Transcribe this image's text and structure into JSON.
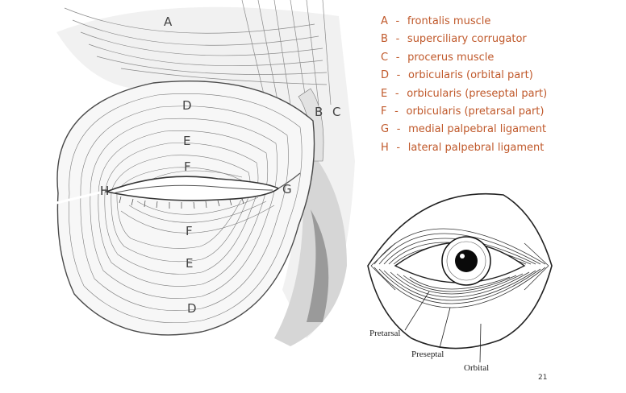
{
  "slide": {
    "page_number": "21",
    "legend": [
      {
        "letter": "A",
        "sep": "-",
        "text": "frontalis muscle"
      },
      {
        "letter": "B",
        "sep": "-",
        "text": "superciliary corrugator"
      },
      {
        "letter": "C",
        "sep": "-",
        "text": "procerus muscle"
      },
      {
        "letter": "D",
        "sep": "-",
        "text": "orbicularis (orbital part)"
      },
      {
        "letter": "E",
        "sep": "-",
        "text": "orbicularis (preseptal part)"
      },
      {
        "letter": "F",
        "sep": "-",
        "text": "orbicularis (pretarsal part)"
      },
      {
        "letter": "G",
        "sep": "-",
        "text": "medial palpebral ligament"
      },
      {
        "letter": "H",
        "sep": "-",
        "text": "lateral palpebral ligament"
      }
    ],
    "figure_letters": {
      "a": "A",
      "b": "B",
      "c": "C",
      "d_top": "D",
      "e_top": "E",
      "f_top": "F",
      "g": "G",
      "h": "H",
      "f_bottom": "F",
      "e_bottom": "E",
      "d_bottom": "D"
    },
    "diagram_labels": {
      "pretarsal": "Pretarsal",
      "preseptal": "Preseptal",
      "orbital": "Orbital"
    },
    "colors": {
      "legend_text": "#c0592b",
      "line_art": "#333333"
    }
  }
}
